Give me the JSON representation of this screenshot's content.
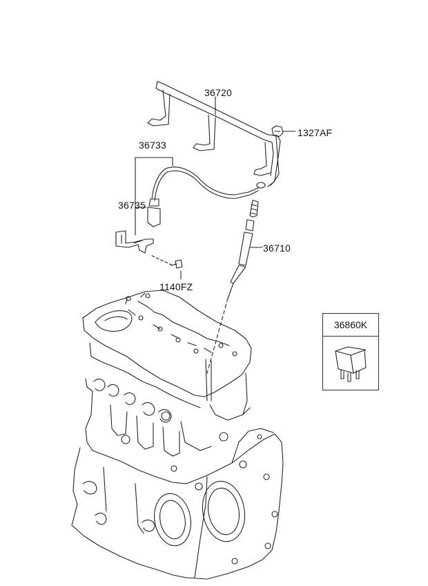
{
  "callouts": {
    "harness": "36720",
    "nut": "1327AF",
    "wire_group": "36733",
    "wire_assy": "36735",
    "glow_plug": "36710",
    "bolt": "1140FZ",
    "relay": "36860K"
  },
  "colors": {
    "line": "#222222",
    "background": "#ffffff"
  }
}
